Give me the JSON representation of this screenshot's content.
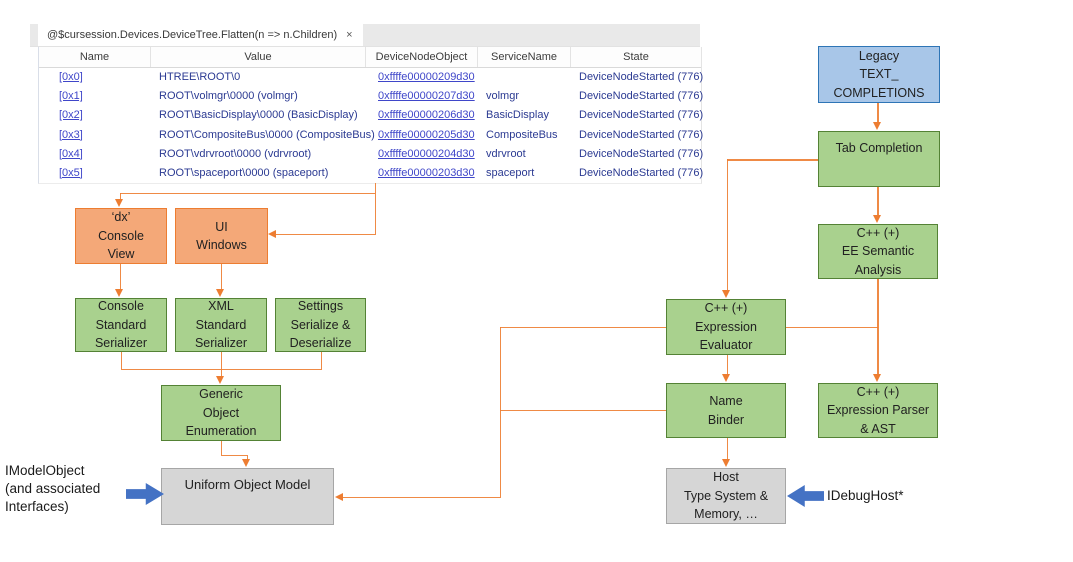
{
  "window": {
    "tab_title": "@$cursession.Devices.DeviceTree.Flatten(n => n.Children)",
    "close_label": "×"
  },
  "grid": {
    "columns": [
      "Name",
      "Value",
      "DeviceNodeObject",
      "ServiceName",
      "State"
    ],
    "rows": [
      {
        "name": "[0x0]",
        "value": "HTREE\\ROOT\\0",
        "object": "0xffffe00000209d30",
        "service": "",
        "state": "DeviceNodeStarted (776)"
      },
      {
        "name": "[0x1]",
        "value": "ROOT\\volmgr\\0000 (volmgr)",
        "object": "0xffffe00000207d30",
        "service": "volmgr",
        "state": "DeviceNodeStarted (776)"
      },
      {
        "name": "[0x2]",
        "value": "ROOT\\BasicDisplay\\0000 (BasicDisplay)",
        "object": "0xffffe00000206d30",
        "service": "BasicDisplay",
        "state": "DeviceNodeStarted (776)"
      },
      {
        "name": "[0x3]",
        "value": "ROOT\\CompositeBus\\0000 (CompositeBus)",
        "object": "0xffffe00000205d30",
        "service": "CompositeBus",
        "state": "DeviceNodeStarted (776)"
      },
      {
        "name": "[0x4]",
        "value": "ROOT\\vdrvroot\\0000 (vdrvroot)",
        "object": "0xffffe00000204d30",
        "service": "vdrvroot",
        "state": "DeviceNodeStarted (776)"
      },
      {
        "name": "[0x5]",
        "value": "ROOT\\spaceport\\0000 (spaceport)",
        "object": "0xffffe00000203d30",
        "service": "spaceport",
        "state": "DeviceNodeStarted (776)"
      }
    ]
  },
  "diagram": {
    "nodes": [
      {
        "id": "legacy-text-completions",
        "label": "Legacy\nTEXT_\nCOMPLETIONS"
      },
      {
        "id": "tab-completion",
        "label": "Tab Completion"
      },
      {
        "id": "ee-semantic-analysis",
        "label": "C++ (+)\nEE Semantic\nAnalysis"
      },
      {
        "id": "dx-console-view",
        "label": "‘dx’\nConsole\nView"
      },
      {
        "id": "ui-windows",
        "label": "UI\nWindows"
      },
      {
        "id": "console-standard-serializer",
        "label": "Console\nStandard\nSerializer"
      },
      {
        "id": "xml-standard-serializer",
        "label": "XML\nStandard\nSerializer"
      },
      {
        "id": "settings-serialize-deserialize",
        "label": "Settings\nSerialize &\nDeserialize"
      },
      {
        "id": "generic-object-enumeration",
        "label": "Generic\nObject\nEnumeration"
      },
      {
        "id": "uniform-object-model",
        "label": "Uniform Object Model"
      },
      {
        "id": "expression-evaluator",
        "label": "C++ (+)\nExpression\nEvaluator"
      },
      {
        "id": "name-binder",
        "label": "Name\nBinder"
      },
      {
        "id": "expression-parser-ast",
        "label": "C++ (+)\nExpression Parser\n& AST"
      },
      {
        "id": "host-type-system",
        "label": "Host\nType System &\nMemory, …"
      }
    ],
    "labels": {
      "imodel": "IModelObject\n(and associated\nInterfaces)",
      "idebughost": "IDebugHost*"
    }
  },
  "colors": {
    "connector": "#ED7D31",
    "block-arrow": "#4472C4",
    "link": "#3F46C9",
    "grid-text": "#2B3A92",
    "blue-fill": "#A8C6E8",
    "blue-border": "#2E75B6",
    "green-fill": "#A9D18E",
    "green-border": "#548235",
    "orange-fill": "#F4A878",
    "orange-border": "#ED7D31",
    "gray-fill": "#D6D6D6",
    "gray-border": "#A6A6A6"
  }
}
